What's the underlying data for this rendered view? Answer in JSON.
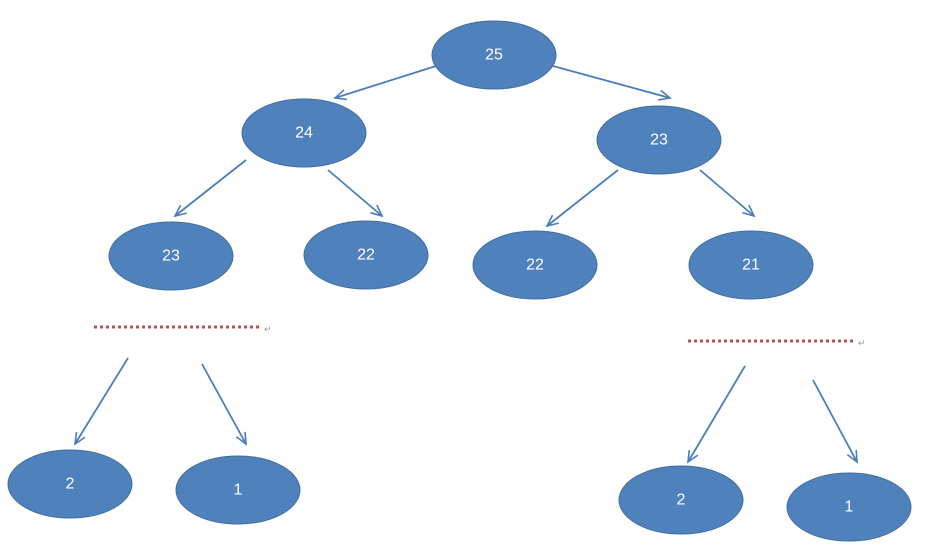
{
  "nodes": [
    {
      "id": "n25",
      "label": "25"
    },
    {
      "id": "n24",
      "label": "24"
    },
    {
      "id": "n23r",
      "label": "23"
    },
    {
      "id": "n23l",
      "label": "23"
    },
    {
      "id": "n22l",
      "label": "22"
    },
    {
      "id": "n22r",
      "label": "22"
    },
    {
      "id": "n21",
      "label": "21"
    },
    {
      "id": "n2l",
      "label": "2"
    },
    {
      "id": "n1l",
      "label": "1"
    },
    {
      "id": "n2r",
      "label": "2"
    },
    {
      "id": "n1r",
      "label": "1"
    }
  ],
  "edges": [
    [
      "n25",
      "n24"
    ],
    [
      "n25",
      "n23r"
    ],
    [
      "n24",
      "n23l"
    ],
    [
      "n24",
      "n22l"
    ],
    [
      "n23r",
      "n22r"
    ],
    [
      "n23r",
      "n21"
    ],
    [
      "gap-left",
      "n2l"
    ],
    [
      "gap-left",
      "n1l"
    ],
    [
      "gap-right",
      "n2r"
    ],
    [
      "gap-right",
      "n1r"
    ]
  ],
  "colors": {
    "node": "#4f81bd",
    "node_stroke": "#41709c",
    "arrow": "#4a7ebb",
    "ellipsis": "#c0504d"
  }
}
